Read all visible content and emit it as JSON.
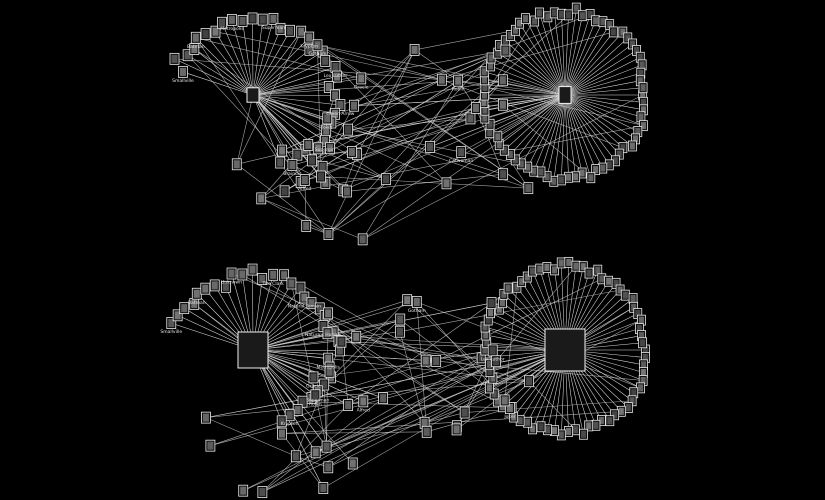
{
  "graphs": [
    {
      "id": "top",
      "labels": [
        "Smallville",
        "Batman",
        "Metropolis",
        "Superman",
        "Krypton",
        "Lex Luthor",
        "Green Arrow",
        "Supergirl",
        "Brainiac",
        "Gotham",
        "Robin",
        "Joker",
        "Alfred",
        "Oracle",
        "Catwoman"
      ]
    },
    {
      "id": "bottom",
      "labels": [
        "Smallville",
        "Batman",
        "Unknown",
        "The Clark",
        "Natural Terrain",
        "Nature's Hunger",
        "Metropolis",
        "Superman",
        "Krypton",
        "Lex Luthor",
        "Gotham",
        "Robin",
        "Joker",
        "Alfred",
        "Oracle"
      ]
    }
  ],
  "legend": "Unknown",
  "colors": {
    "background": "#000000",
    "edge": "#d0d0d0",
    "node": "#e8e8e8"
  }
}
